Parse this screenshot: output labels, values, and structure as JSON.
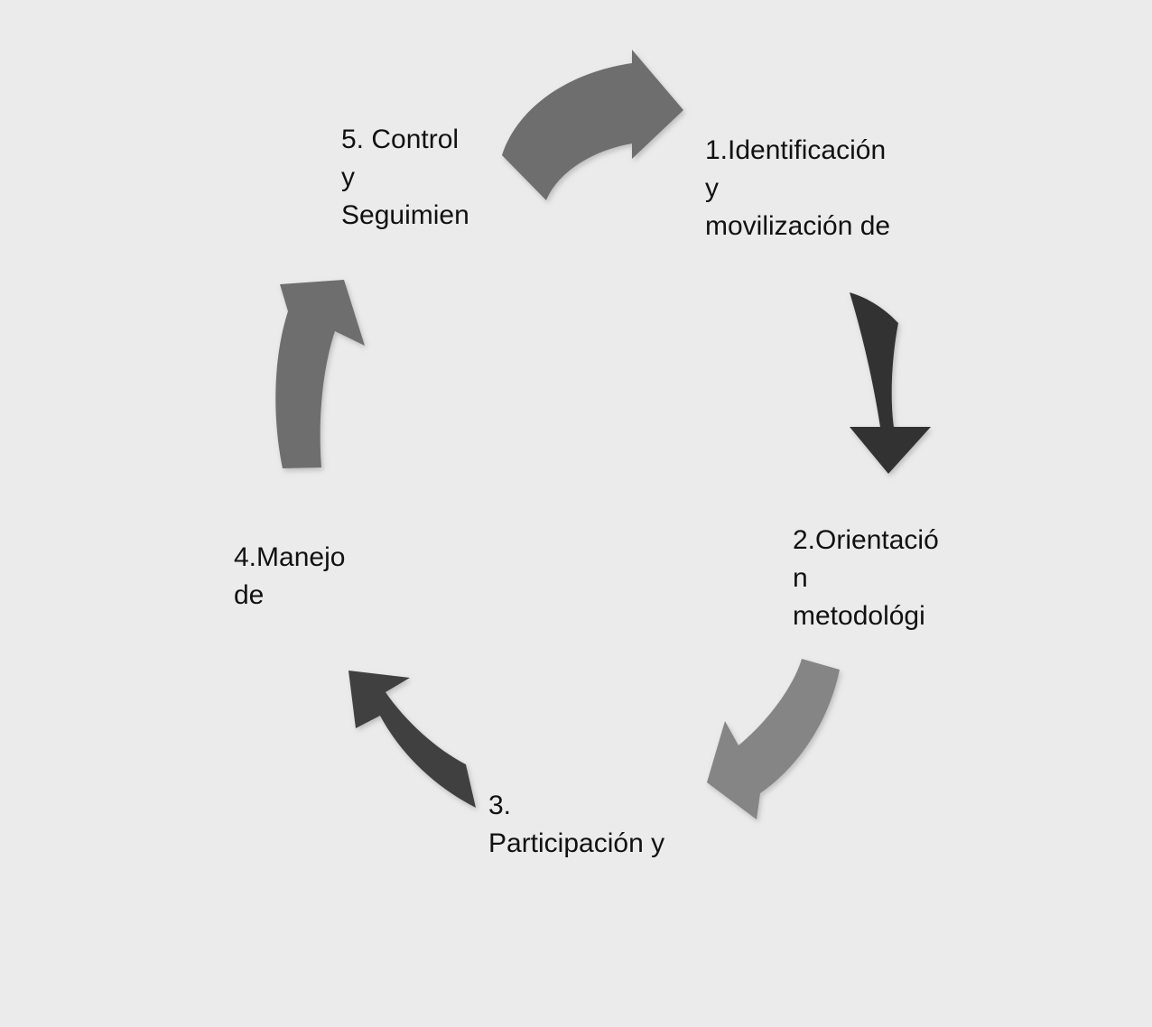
{
  "diagram": {
    "type": "cycle-diagram",
    "background_color": "#ebebeb",
    "text_color": "#111111",
    "steps": [
      {
        "number": "1",
        "label": "1.Identificación\ny\nmovilización de",
        "position": "top-right"
      },
      {
        "number": "2",
        "label": "2.Orientació\nn\nmetodológi",
        "position": "right"
      },
      {
        "number": "3",
        "label": "3.\nParticipación y",
        "position": "bottom"
      },
      {
        "number": "4",
        "label": "4.Manejo\nde",
        "position": "left"
      },
      {
        "number": "5",
        "label": "5. Control\ny\nSeguimien",
        "position": "top-left"
      }
    ],
    "arrows": [
      {
        "name": "arrow-top",
        "from_step": "5",
        "to_step": "1",
        "direction": "right",
        "color": "#6e6e6e"
      },
      {
        "name": "arrow-right",
        "from_step": "1",
        "to_step": "2",
        "direction": "down",
        "color": "#333333"
      },
      {
        "name": "arrow-bottom-right",
        "from_step": "2",
        "to_step": "3",
        "direction": "down-left",
        "color": "#858585"
      },
      {
        "name": "arrow-bottom-left",
        "from_step": "3",
        "to_step": "4",
        "direction": "up-left",
        "color": "#3f3f3f"
      },
      {
        "name": "arrow-left",
        "from_step": "4",
        "to_step": "5",
        "direction": "up",
        "color": "#6e6e6e"
      }
    ]
  }
}
